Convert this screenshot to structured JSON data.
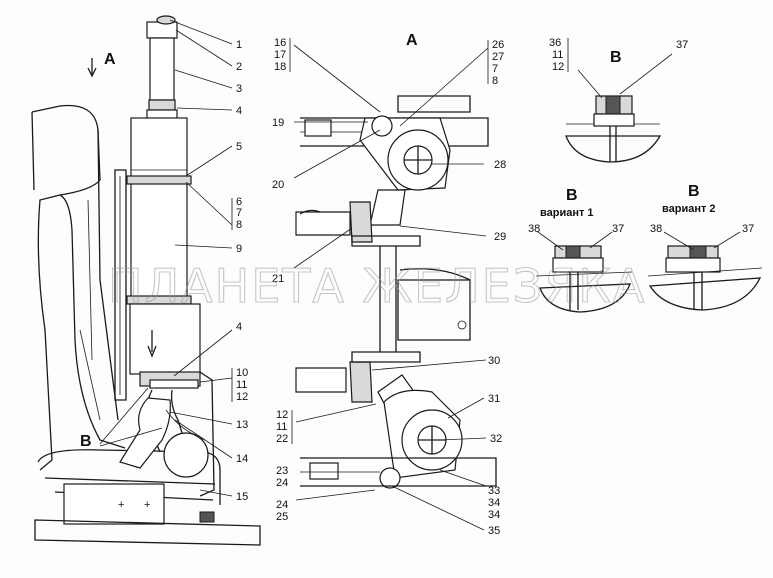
{
  "view_labels": {
    "left_view": "A",
    "center_view": "A",
    "detail_main": "В",
    "detail_v1": "В",
    "detail_v2": "В"
  },
  "variant_captions": {
    "v1": "вариант 1",
    "v2": "вариант 2"
  },
  "watermark": "ПЛАНЕТА ЖЕЛЕЗЯКА",
  "callouts_left": [
    "1",
    "2",
    "3",
    "4",
    "5",
    "6",
    "7",
    "8",
    "9",
    "4",
    "10",
    "11",
    "12",
    "13",
    "14",
    "15"
  ],
  "callouts_left_b": "В",
  "callouts_center": {
    "c16": "16",
    "c17": "17",
    "c18": "18",
    "c26": "26",
    "c27": "27",
    "c7": "7",
    "c8": "8",
    "c19": "19",
    "c20": "20",
    "c28": "28",
    "c21": "21",
    "c29": "29",
    "c30": "30",
    "c31": "31",
    "c12": "12",
    "c11": "11",
    "c22": "22",
    "c32": "32",
    "c23": "23",
    "c24a": "24",
    "c24b": "24",
    "c25": "25",
    "c33": "33",
    "c34a": "34",
    "c34b": "34",
    "c35": "35"
  },
  "callouts_detail": {
    "d36": "36",
    "d11": "11",
    "d12": "12",
    "d37": "37",
    "v1_38": "38",
    "v1_37": "37",
    "v2_38": "38",
    "v2_37": "37"
  }
}
